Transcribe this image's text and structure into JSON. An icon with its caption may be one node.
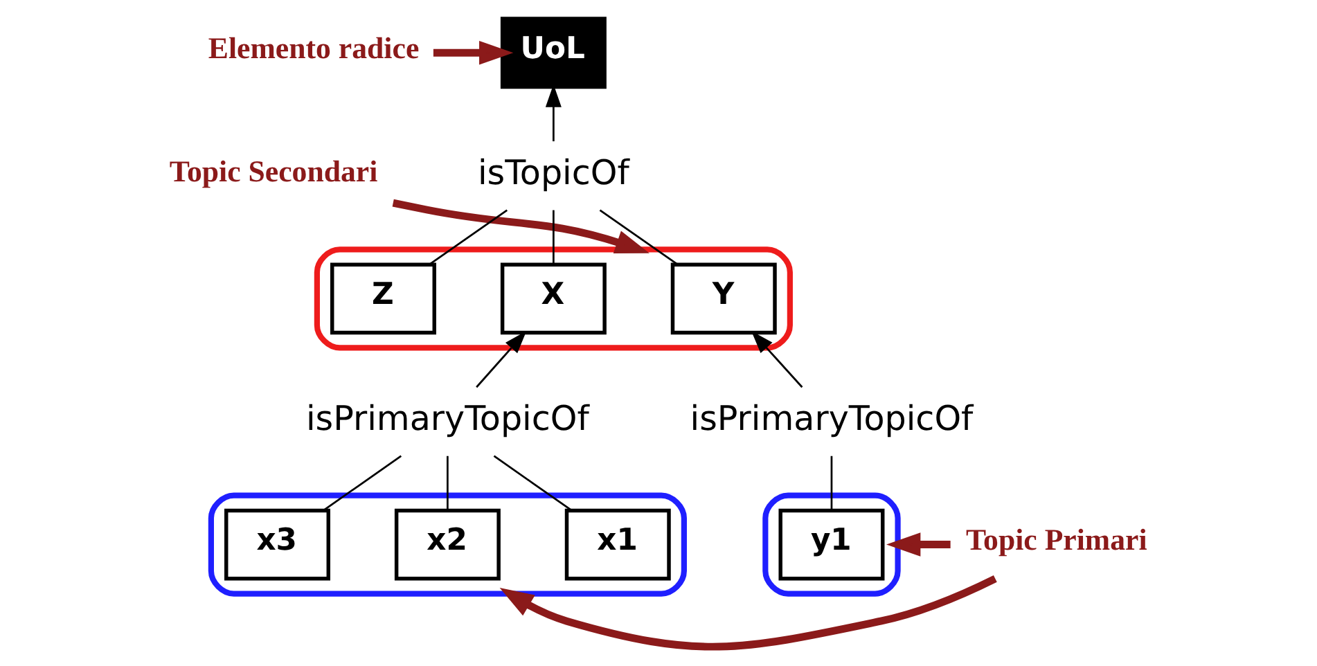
{
  "diagram": {
    "nodes": [
      {
        "text": [
          "Elemento radice"
        ]
      },
      {
        "text": [
          "UoL"
        ]
      },
      {
        "text": [
          "isTopicOf"
        ]
      },
      {
        "text": [
          "Topic Secondari"
        ]
      },
      {
        "text": [],
        "shape": "ellipse"
      },
      {
        "text": [
          "x1"
        ],
        "in": 4
      },
      {
        "text": [
          "x2"
        ],
        "in": 4
      },
      {
        "text": [
          "x3"
        ],
        "in": 4
      },
      {
        "text": [
          "isPrimaryTopicOf"
        ]
      },
      {
        "text": [],
        "shape": "ellipse"
      },
      {
        "text": [
          "X"
        ],
        "in": 9
      },
      {
        "text": [
          "Y"
        ],
        "in": 9
      },
      {
        "text": [
          "Z"
        ],
        "in": 9
      },
      {
        "text": [
          "isPrimaryTopicOf"
        ]
      },
      {
        "text": [
          "Topic Primari"
        ]
      },
      {
        "text": [],
        "shape": "ellipse"
      },
      {
        "text": [
          "y1"
        ],
        "in": 15
      }
    ],
    "edges": [
      {
        "from": 0,
        "to": 1,
        "arrow": "to",
        "style": "thick",
        "color": "#8b1a1a"
      },
      {
        "from": 2,
        "to": 1,
        "arrow": "to"
      },
      {
        "from": 10,
        "to": 2,
        "arrow": "none"
      },
      {
        "from": 11,
        "to": 2,
        "arrow": "none"
      },
      {
        "from": 12,
        "to": 2,
        "arrow": "none"
      },
      {
        "from": 3,
        "to": 9,
        "arrow": "to",
        "style": "thick",
        "color": "#8b1a1a"
      },
      {
        "from": 5,
        "to": 8,
        "arrow": "none"
      },
      {
        "from": 6,
        "to": 8,
        "arrow": "none"
      },
      {
        "from": 7,
        "to": 8,
        "arrow": "none"
      },
      {
        "from": 8,
        "to": 10,
        "arrow": "to"
      },
      {
        "from": 16,
        "to": 13,
        "arrow": "none"
      },
      {
        "from": 13,
        "to": 11,
        "arrow": "to"
      },
      {
        "from": 14,
        "to": 4,
        "arrow": "to",
        "style": "thick",
        "color": "#8b1a1a"
      },
      {
        "from": 14,
        "to": 15,
        "arrow": "to",
        "style": "thick",
        "color": "#8b1a1a"
      }
    ]
  }
}
